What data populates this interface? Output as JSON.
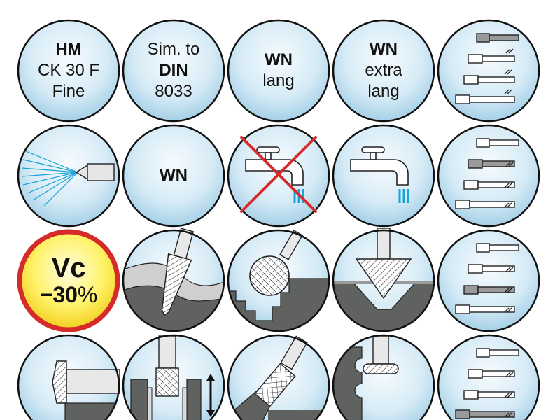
{
  "badges": {
    "hm": {
      "line1": "HM",
      "line2": "CK  30  F",
      "line3": "Fine"
    },
    "din": {
      "line1": "Sim.   to",
      "line2": "DIN",
      "line3": "8033"
    },
    "wn_lang": {
      "line1": "WN",
      "line2": "lang"
    },
    "wn_extra": {
      "line1": "WN",
      "line2": "extra",
      "line3": "lang"
    },
    "wn": {
      "label": "WN"
    },
    "vc": {
      "title": "Vc",
      "prefix": "−30",
      "unit": "%"
    }
  },
  "colors": {
    "bubble_center": "#f6fbfe",
    "bubble_edge": "#a9d2e8",
    "outline": "#111111",
    "vc_fill": "#fde94a",
    "vc_ring": "#d52b2b",
    "water": "#1aa3d6",
    "cross": "#d52b2b",
    "workpiece": "#8c8c8c",
    "tool": "#e8e8e8"
  }
}
